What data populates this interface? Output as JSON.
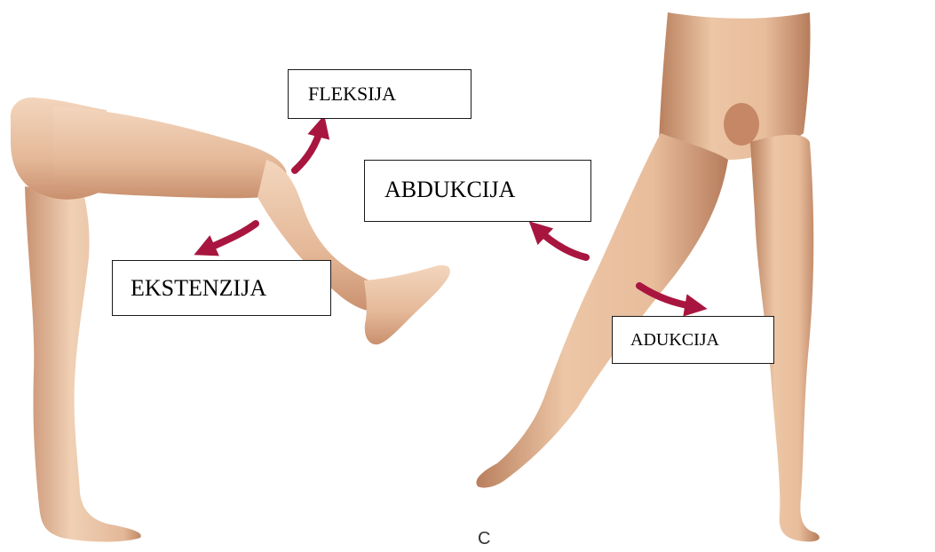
{
  "labels": {
    "flexion": "FLEKSIJA",
    "extension": "EKSTENZIJA",
    "abduction": "ABDUKCIJA",
    "adduction": "ADUKCIJA"
  },
  "panel_letter": "C",
  "colors": {
    "skin_light": "#f2d3b8",
    "skin_mid": "#dcaa86",
    "skin_shadow": "#b47f5e",
    "arrow": "#a8163f",
    "box_border": "#1a1a1a"
  }
}
